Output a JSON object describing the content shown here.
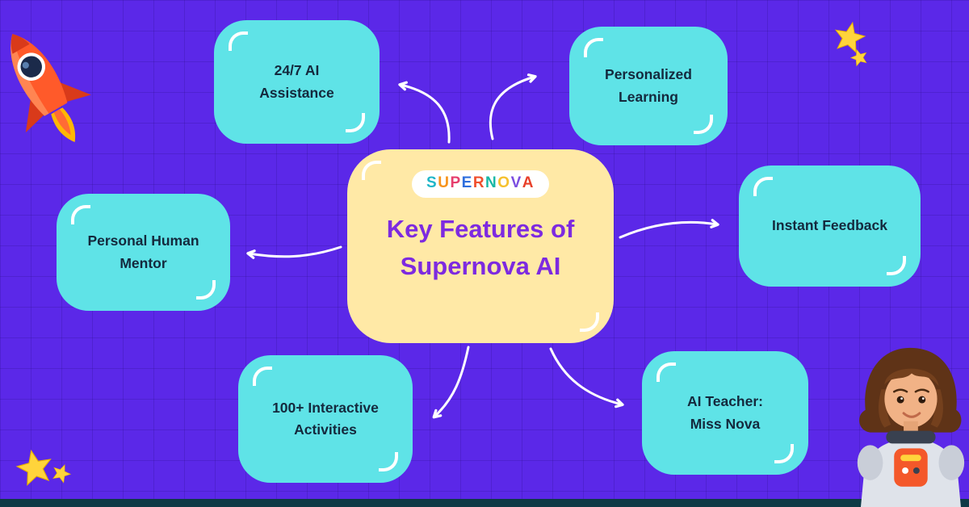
{
  "title": {
    "line1": "Key Features of",
    "line2": "Supernova AI"
  },
  "logo": {
    "text": "SUPERNOVA",
    "letters": [
      {
        "ch": "S",
        "color": "#1fb6c9"
      },
      {
        "ch": "U",
        "color": "#f7941d"
      },
      {
        "ch": "P",
        "color": "#e63e6d"
      },
      {
        "ch": "E",
        "color": "#2f6fde"
      },
      {
        "ch": "R",
        "color": "#f0502e"
      },
      {
        "ch": "N",
        "color": "#18b8a6"
      },
      {
        "ch": "O",
        "color": "#f6c12e"
      },
      {
        "ch": "V",
        "color": "#7b4de0"
      },
      {
        "ch": "A",
        "color": "#e8402a"
      }
    ]
  },
  "features": [
    {
      "id": "ai-assistance",
      "label": "24/7 AI\nAssistance"
    },
    {
      "id": "personalized-learning",
      "label": "Personalized\nLearning"
    },
    {
      "id": "personal-human-mentor",
      "label": "Personal Human\nMentor"
    },
    {
      "id": "instant-feedback",
      "label": "Instant Feedback"
    },
    {
      "id": "interactive-activities",
      "label": "100+ Interactive\nActivities"
    },
    {
      "id": "ai-teacher",
      "label": "AI Teacher:\nMiss Nova"
    }
  ],
  "decor_icons": [
    "rocket-icon",
    "star-icon",
    "astronaut-character"
  ],
  "colors": {
    "background": "#5b28e8",
    "feature_box": "#5fe3e7",
    "feature_text": "#14293d",
    "center_card": "#ffe9a6",
    "title_text": "#7d2ae0",
    "arrow": "#ffffff",
    "star": "#ffd43b",
    "bottom_strip": "#0e3a46"
  }
}
